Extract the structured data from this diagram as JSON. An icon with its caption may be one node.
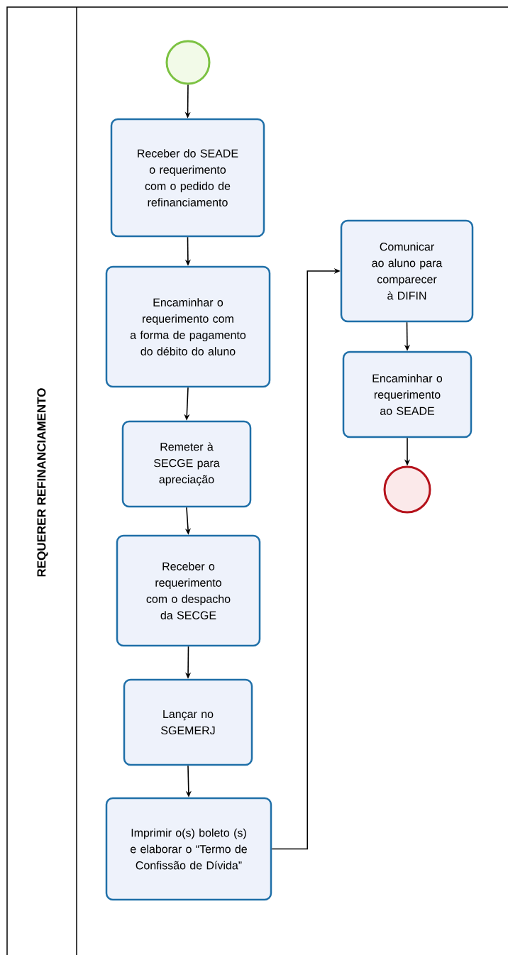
{
  "diagram": {
    "nodes": [
      {
        "text": [
          "REQUERER REFINANCIAMENTO"
        ]
      },
      {
        "text": [],
        "shape": "circle",
        "in": 0
      },
      {
        "text": [
          "Receber do SEADE o requerimento com o pedido de refinanciamento"
        ],
        "in": 0
      },
      {
        "text": [
          "Encaminhar o requerimento com a forma de pagamento do débito do aluno"
        ],
        "in": 0
      },
      {
        "text": [
          "Remeter à SECGE para apreciação"
        ],
        "in": 0
      },
      {
        "text": [
          "Receber o requerimento com o despacho da SECGE"
        ],
        "in": 0
      },
      {
        "text": [
          "Lançar no SGEMERJ"
        ],
        "in": 0
      },
      {
        "text": [
          "Imprimir o(s) boleto (s) e elaborar o “Termo de Confissão de Dívida”"
        ],
        "in": 0
      },
      {
        "text": [
          "Comunicar ao aluno para comparecer à DIFIN"
        ],
        "in": 0
      },
      {
        "text": [
          "Encaminhar o requerimento ao SEADE"
        ],
        "in": 0
      },
      {
        "text": [],
        "shape": "circle",
        "in": 0
      }
    ],
    "edges": [
      {
        "from": 1,
        "to": 2,
        "arrow": "to"
      },
      {
        "from": 2,
        "to": 3,
        "arrow": "to"
      },
      {
        "from": 3,
        "to": 4,
        "arrow": "to"
      },
      {
        "from": 4,
        "to": 5,
        "arrow": "to"
      },
      {
        "from": 5,
        "to": 6,
        "arrow": "to"
      },
      {
        "from": 6,
        "to": 7,
        "arrow": "to"
      },
      {
        "from": 7,
        "to": 8,
        "arrow": "to"
      },
      {
        "from": 8,
        "to": 9,
        "arrow": "to"
      },
      {
        "from": 9,
        "to": 10,
        "arrow": "to"
      }
    ]
  }
}
